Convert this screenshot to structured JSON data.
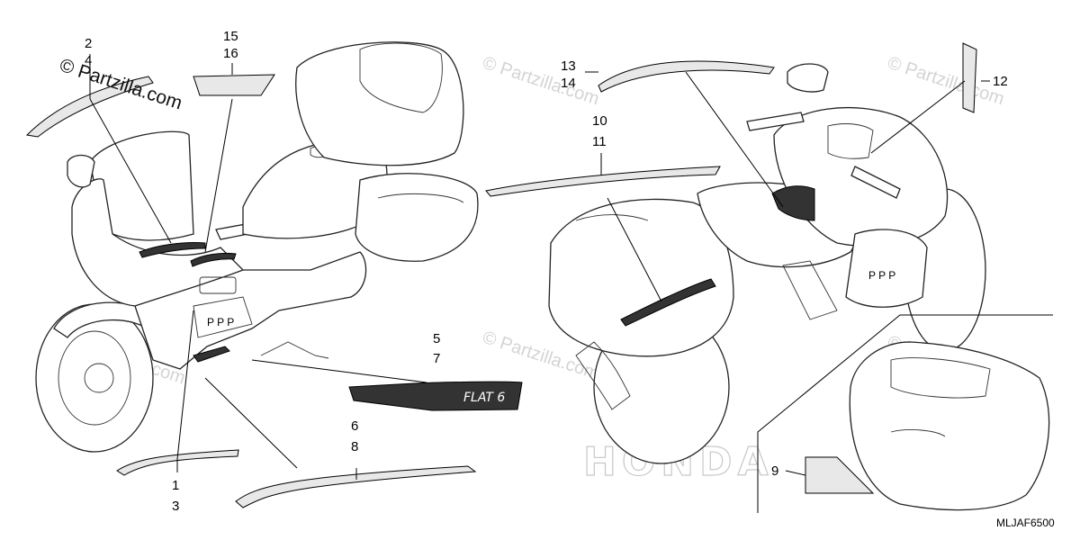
{
  "copyright": "© Partzilla.com",
  "watermark": "© Partzilla.com",
  "diagram_code": "MLJAF6500",
  "emblem_text": "FLAT 6",
  "honda_text": "HONDA",
  "callouts": {
    "c2": "2",
    "c4": "4",
    "c15": "15",
    "c16": "16",
    "c13": "13",
    "c14": "14",
    "c10": "10",
    "c11": "11",
    "c12": "12",
    "c5": "5",
    "c7": "7",
    "c6": "6",
    "c8": "8",
    "c1": "1",
    "c3": "3",
    "c9": "9"
  }
}
